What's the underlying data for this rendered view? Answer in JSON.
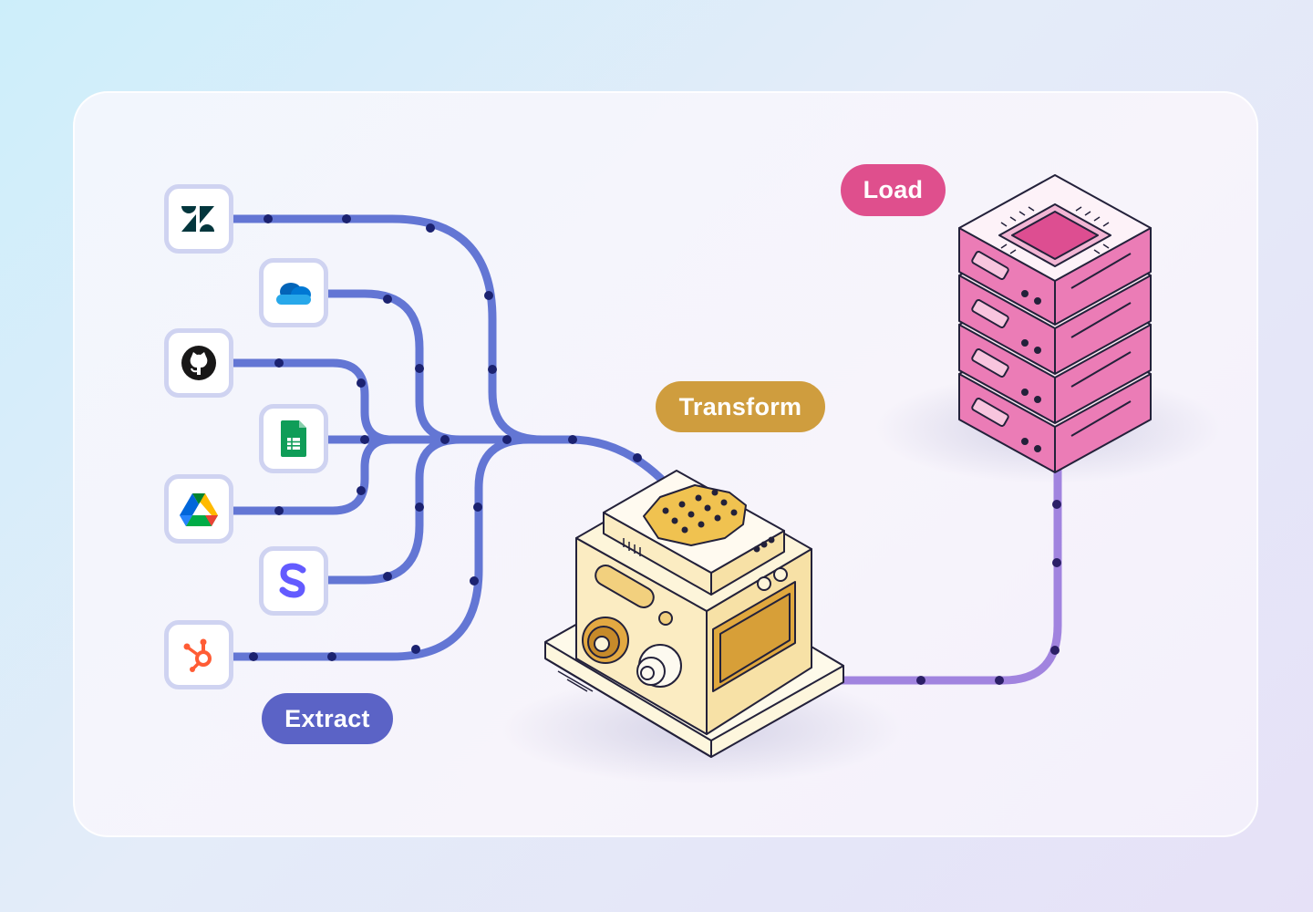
{
  "stages": {
    "extract": "Extract",
    "transform": "Transform",
    "load": "Load"
  },
  "sources": [
    {
      "icon": "zendesk-icon"
    },
    {
      "icon": "onedrive-icon"
    },
    {
      "icon": "github-icon"
    },
    {
      "icon": "google-sheets-icon"
    },
    {
      "icon": "google-drive-icon"
    },
    {
      "icon": "stripe-icon"
    },
    {
      "icon": "hubspot-icon"
    }
  ],
  "colors": {
    "extract_line": "#6376d4",
    "load_line": "#a184df",
    "extract_pill": "#5b63c6",
    "transform_pill": "#cf9d3e",
    "load_pill": "#df4f8d"
  }
}
